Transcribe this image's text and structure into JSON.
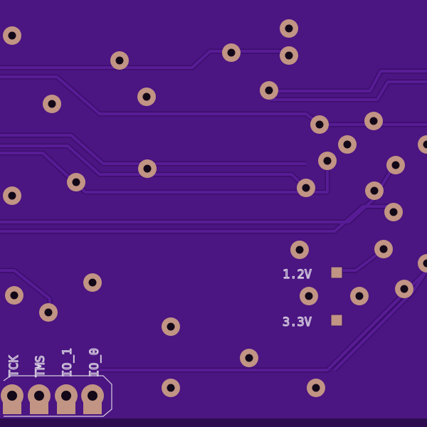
{
  "silkscreen": {
    "labels": [
      "1.2V",
      "3.3V"
    ],
    "header_pins": [
      "TCK",
      "TMS",
      "IO_1",
      "IO_0"
    ]
  },
  "colors": {
    "board": "#4b1582",
    "trace": "#571c95",
    "trace_edge": "#3c0e6c",
    "pad": "#c19484",
    "hole": "#120818",
    "silk": "#d8d0e0"
  }
}
